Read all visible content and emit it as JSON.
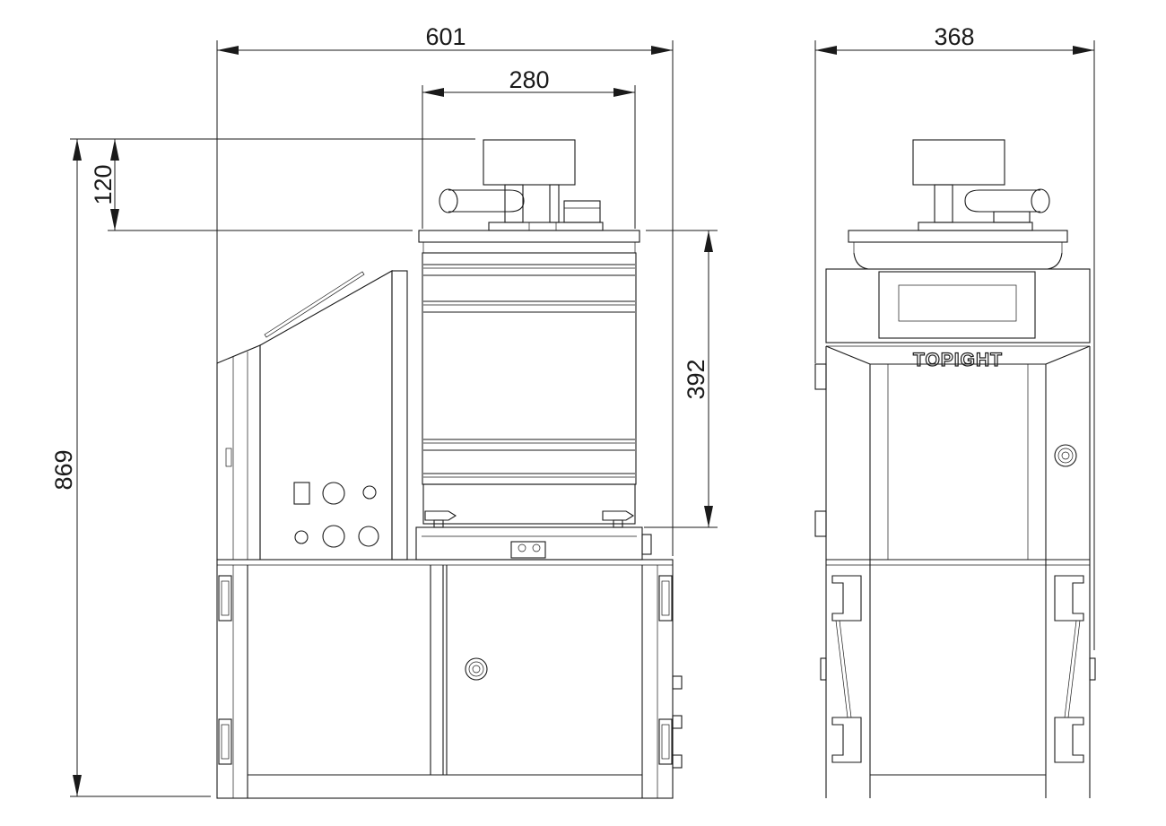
{
  "dimensions": {
    "front_width": "601",
    "top_width": "280",
    "side_width": "368",
    "top_height": "120",
    "chamber_height": "392",
    "total_height": "869"
  },
  "brand": "TOPIGHT"
}
